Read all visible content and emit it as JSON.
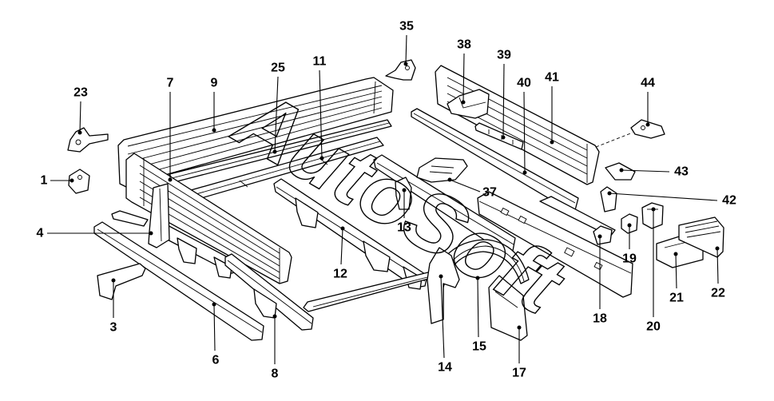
{
  "page": {
    "watermark": "AutoSoft"
  },
  "colors": {
    "line": "#000000",
    "background": "#ffffff"
  },
  "callouts": {
    "n1": "1",
    "n3": "3",
    "n4": "4",
    "n6": "6",
    "n7": "7",
    "n8": "8",
    "n9": "9",
    "n11": "11",
    "n12": "12",
    "n13": "13",
    "n14": "14",
    "n15": "15",
    "n17": "17",
    "n18": "18",
    "n19": "19",
    "n20": "20",
    "n21": "21",
    "n22": "22",
    "n23": "23",
    "n25": "25",
    "n35": "35",
    "n37": "37",
    "n38": "38",
    "n39": "39",
    "n40": "40",
    "n41": "41",
    "n42": "42",
    "n43": "43",
    "n44": "44"
  }
}
